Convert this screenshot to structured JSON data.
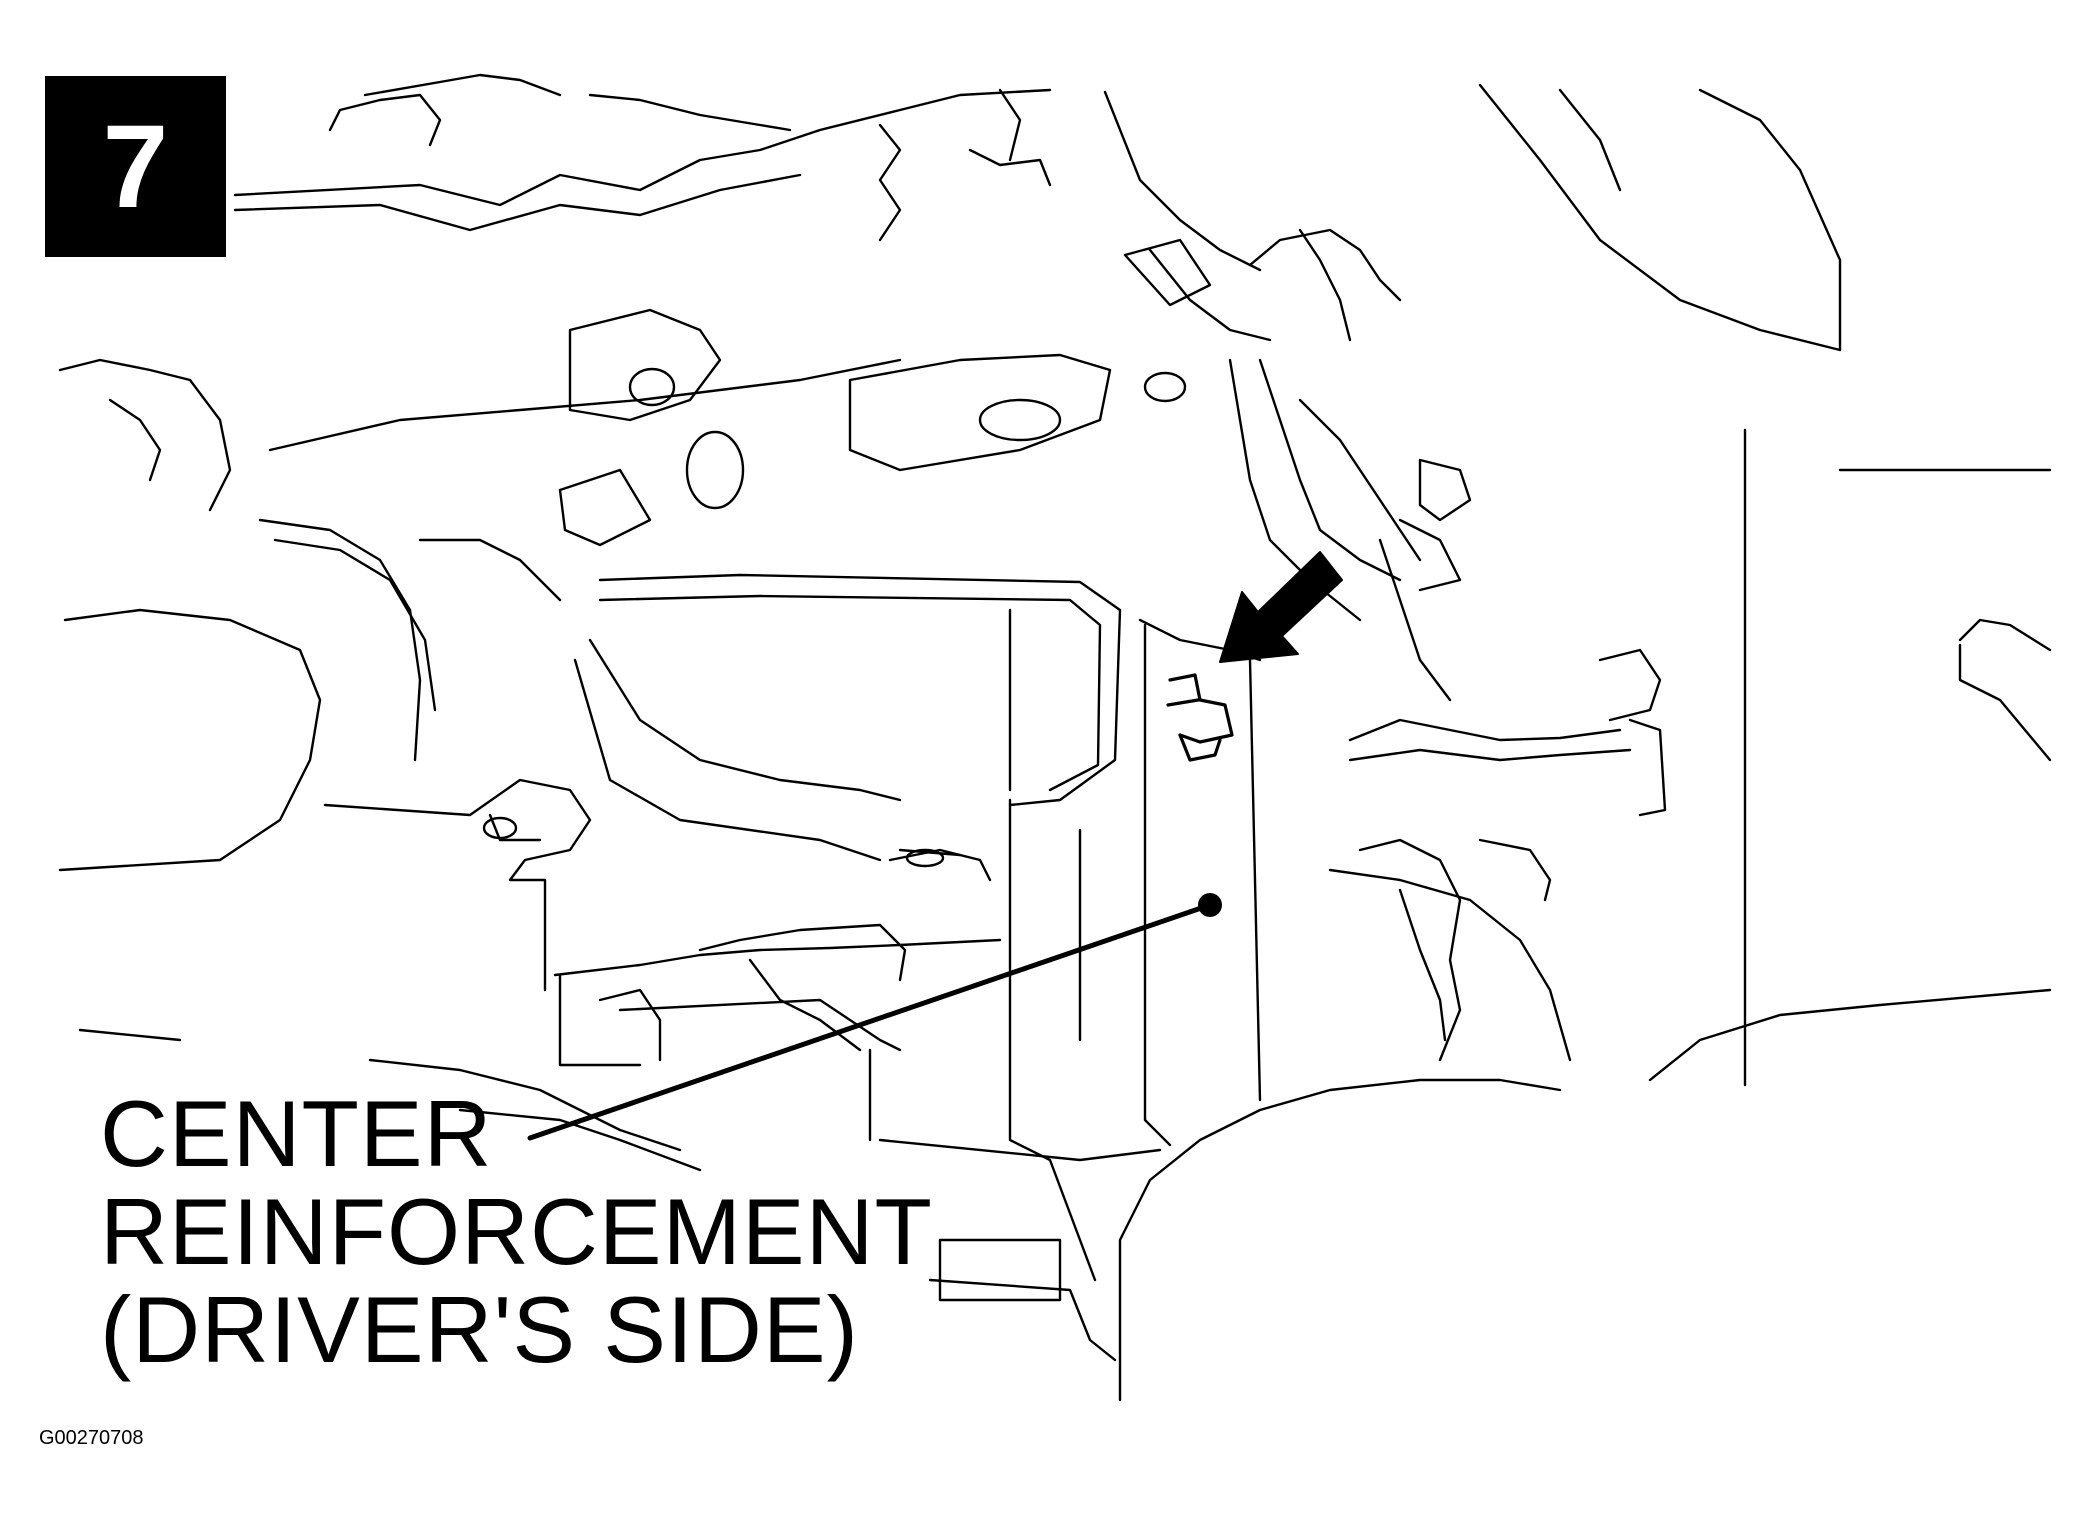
{
  "step": {
    "number": "7"
  },
  "callout": {
    "lines": [
      "CENTER",
      "REINFORCEMENT",
      "(DRIVER'S SIDE)"
    ]
  },
  "figure_id": "G00270708",
  "colors": {
    "ink": "#000000",
    "paper": "#ffffff"
  }
}
